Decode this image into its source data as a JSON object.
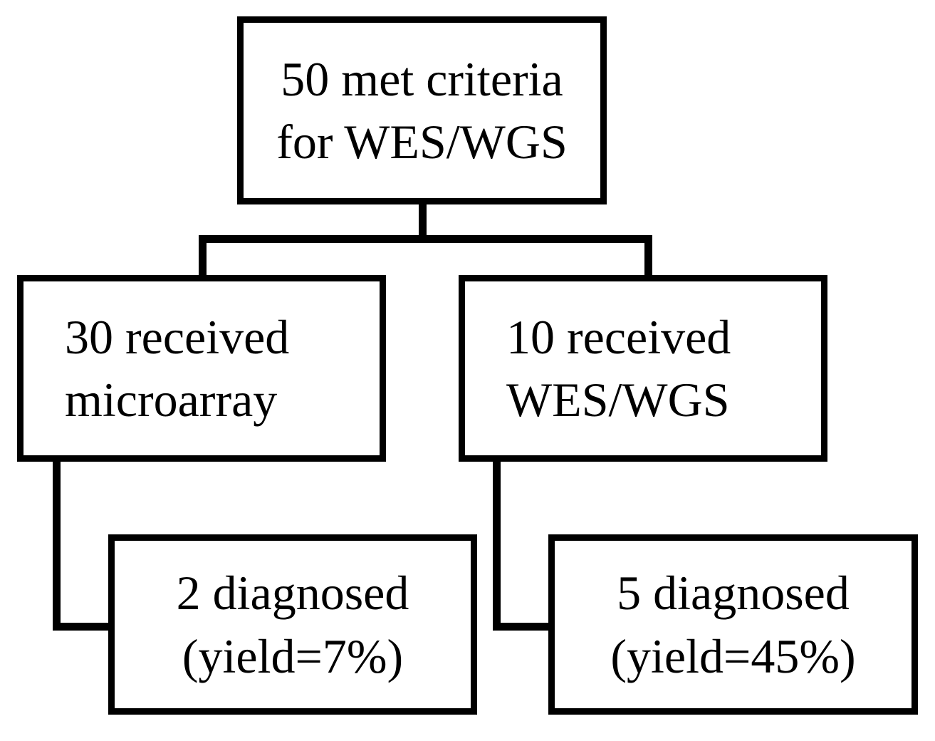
{
  "diagram": {
    "type": "flowchart",
    "orientation": "top-down",
    "background_color": "#ffffff",
    "stroke_color": "#000000",
    "nodes": [
      {
        "id": "met-criteria",
        "lines": [
          "50 met criteria",
          "for WES/WGS"
        ],
        "count": 50,
        "align": "center"
      },
      {
        "id": "received-microarray",
        "lines": [
          "30 received",
          "microarray"
        ],
        "count": 30,
        "align": "left"
      },
      {
        "id": "received-wes-wgs",
        "lines": [
          "10 received",
          "WES/WGS"
        ],
        "count": 10,
        "align": "left"
      },
      {
        "id": "diagnosed-microarray",
        "lines": [
          "2 diagnosed",
          "(yield=7%)"
        ],
        "count": 2,
        "yield": "7%",
        "align": "center"
      },
      {
        "id": "diagnosed-wes-wgs",
        "lines": [
          "5 diagnosed",
          "(yield=45%)"
        ],
        "count": 5,
        "yield": "45%",
        "align": "center"
      }
    ],
    "edges": [
      {
        "from": "met-criteria",
        "to": "received-microarray"
      },
      {
        "from": "met-criteria",
        "to": "received-wes-wgs"
      },
      {
        "from": "received-microarray",
        "to": "diagnosed-microarray"
      },
      {
        "from": "received-wes-wgs",
        "to": "diagnosed-wes-wgs"
      }
    ]
  }
}
